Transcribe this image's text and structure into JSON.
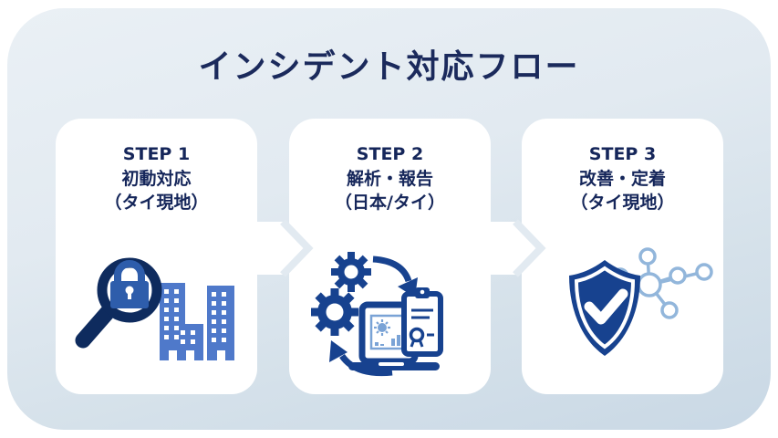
{
  "title": "インシデント対応フロー",
  "steps": [
    {
      "step": "STEP 1",
      "name": "初動対応",
      "location": "（タイ現地）",
      "icon": "magnifier-lock-buildings"
    },
    {
      "step": "STEP 2",
      "name": "解析・報告",
      "location": "（日本/タイ）",
      "icon": "gears-report-cycle"
    },
    {
      "step": "STEP 3",
      "name": "改善・定着",
      "location": "（タイ現地）",
      "icon": "shield-check-network"
    }
  ],
  "icons": {
    "connector": "chevron-right-arrow",
    "step1_parts": [
      "magnifying-glass",
      "padlock",
      "office-buildings"
    ],
    "step2_parts": [
      "gears",
      "cycle-arrows",
      "laptop-chart",
      "report-clipboard"
    ],
    "step3_parts": [
      "shield-checkmark",
      "network-graph"
    ]
  },
  "colors": {
    "title_text": "#1b2a5c",
    "card_text": "#15265a",
    "panel_gradient_start": "#eaf0f5",
    "panel_gradient_end": "#c9d8e5",
    "card_bg": "#ffffff",
    "dark_navy": "#0e2b5e",
    "icon_navy": "#17428f",
    "lock_blue": "#2e5dab",
    "building_blue": "#4f79ca",
    "chart_light_blue": "#7aa3d6",
    "network_light_blue": "#92b6db",
    "arrow_fill": "#ffffff",
    "arrow_outline": "#e2eaf1"
  }
}
